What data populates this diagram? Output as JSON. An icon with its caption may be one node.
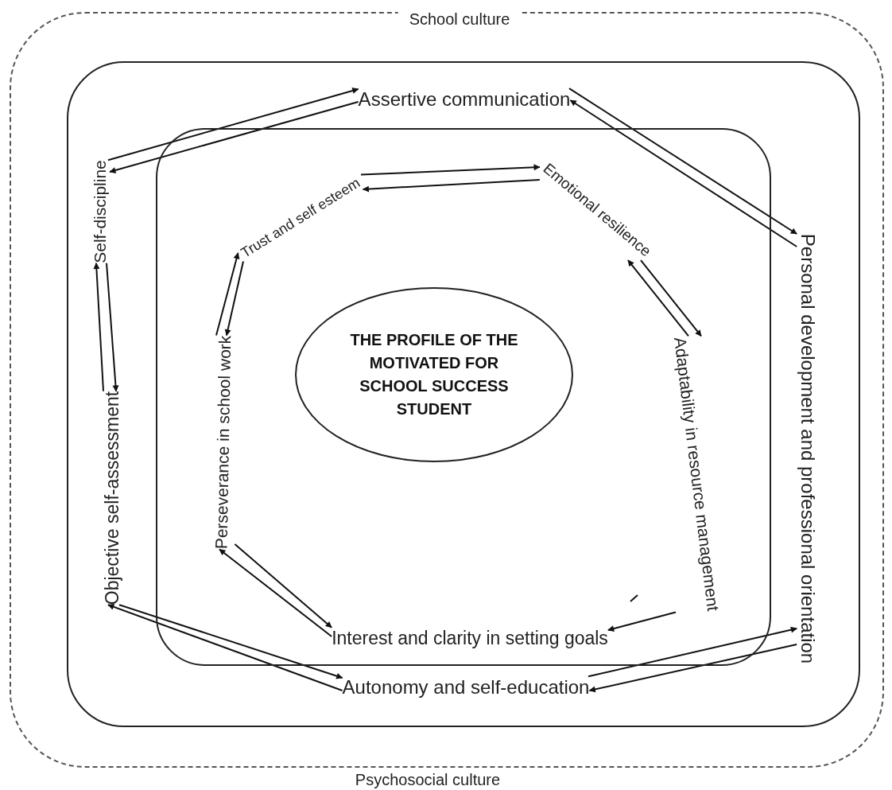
{
  "diagram": {
    "nodes": [
      {
        "text": [
          "School culture",
          "Psychosocial culture"
        ]
      },
      {
        "text": [],
        "shape": "box",
        "in": 0
      },
      {
        "text": [
          "Assertive communication"
        ],
        "in": 1
      },
      {
        "text": [
          "Self-discipline"
        ],
        "in": 1
      },
      {
        "text": [
          "Personal development and professional orientation"
        ],
        "in": 1
      },
      {
        "text": [
          "Objective self-assessment"
        ],
        "in": 1
      },
      {
        "text": [
          "Autonomy and self-education"
        ],
        "in": 1
      },
      {
        "text": [],
        "shape": "box",
        "in": 1
      },
      {
        "text": [
          "Trust and self esteem"
        ],
        "in": 7
      },
      {
        "text": [
          "Emotional resilience"
        ],
        "in": 7
      },
      {
        "text": [
          "Perseverance in school work"
        ],
        "in": 7
      },
      {
        "text": [
          "Adaptability in resource management"
        ],
        "in": 7
      },
      {
        "text": [
          "THE PROFILE OF THE MOTIVATED FOR SCHOOL SUCCESS STUDENT"
        ],
        "in": 7
      },
      {
        "text": [
          "Interest and clarity in setting goals"
        ],
        "in": 7
      }
    ],
    "edges": [
      {
        "from": 3,
        "to": 2,
        "arrow": "to"
      },
      {
        "from": 2,
        "to": 3,
        "arrow": "to"
      },
      {
        "from": 2,
        "to": 4,
        "arrow": "to"
      },
      {
        "from": 4,
        "to": 2,
        "arrow": "to"
      },
      {
        "from": 6,
        "to": 4,
        "arrow": "to"
      },
      {
        "from": 4,
        "to": 6,
        "arrow": "to"
      },
      {
        "from": 5,
        "to": 6,
        "arrow": "to"
      },
      {
        "from": 6,
        "to": 5,
        "arrow": "to"
      },
      {
        "from": 5,
        "to": 3,
        "arrow": "to"
      },
      {
        "from": 3,
        "to": 5,
        "arrow": "to"
      },
      {
        "from": 8,
        "to": 9,
        "arrow": "to"
      },
      {
        "from": 9,
        "to": 8,
        "arrow": "to"
      },
      {
        "from": 9,
        "to": 11,
        "arrow": "to"
      },
      {
        "from": 11,
        "to": 9,
        "arrow": "to"
      },
      {
        "from": 11,
        "to": 13,
        "arrow": "to"
      },
      {
        "from": 13,
        "to": 10,
        "arrow": "to"
      },
      {
        "from": 10,
        "to": 13,
        "arrow": "to"
      },
      {
        "from": 10,
        "to": 8,
        "arrow": "to"
      },
      {
        "from": 8,
        "to": 10,
        "arrow": "to"
      }
    ]
  }
}
